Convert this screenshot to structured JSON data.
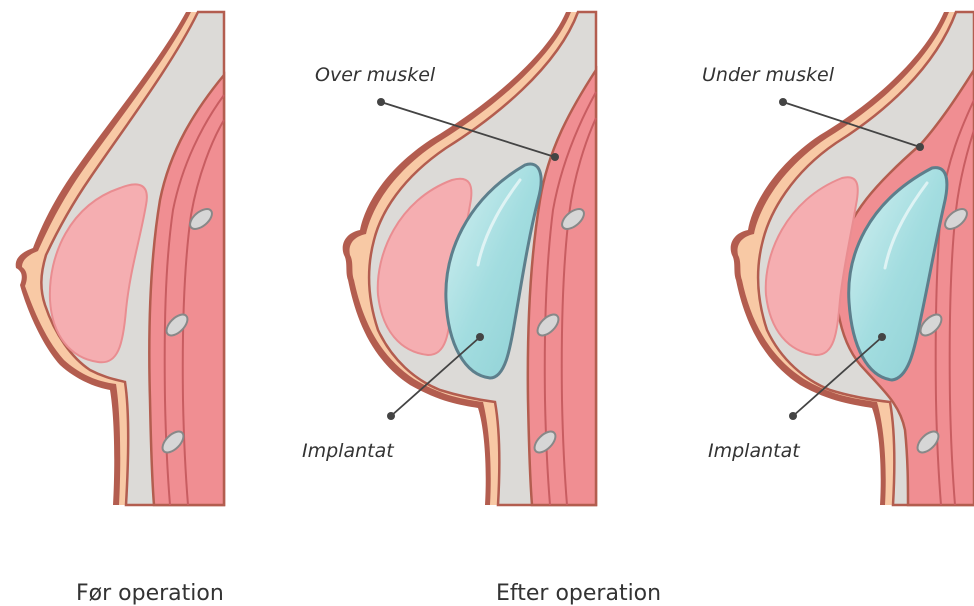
{
  "labels": {
    "over_muscle": "Over muskel",
    "under_muscle": "Under muskel",
    "implant_middle": "Implantat",
    "implant_right": "Implantat"
  },
  "captions": {
    "before": "Før operation",
    "after": "Efter operation"
  },
  "colors": {
    "skin_outline": "#b35d4f",
    "skin_layer": "#f8c9a5",
    "fat_tissue": "#dcdad7",
    "gland": "#f5aeb1",
    "muscle": "#f08e92",
    "muscle_line": "#c85d61",
    "rib": "#d6d6d6",
    "implant": "#a9dfe2",
    "implant_outline": "#5d7f8c",
    "text": "#333333"
  }
}
